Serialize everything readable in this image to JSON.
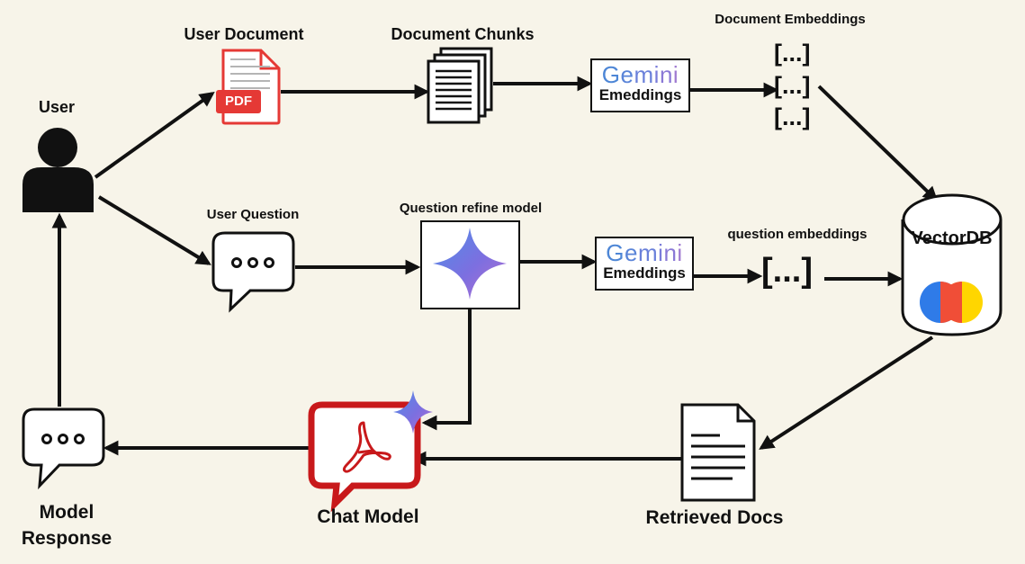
{
  "nodes": {
    "user": "User",
    "user_document": "User Document",
    "pdf_badge": "PDF",
    "document_chunks": "Document Chunks",
    "document_embeddings": "Document Embeddings",
    "user_question": "User Question",
    "question_refine_model": "Question refine model",
    "question_embeddings": "question embeddings",
    "vectordb": "VectorDB",
    "retrieved_docs": "Retrieved Docs",
    "chat_model": "Chat Model",
    "model_response_line1": "Model",
    "model_response_line2": "Response"
  },
  "embedding_box": {
    "brand": "Gemini",
    "caption": "Emeddings"
  },
  "vectors": {
    "doc_vector_1": "[...]",
    "doc_vector_2": "[...]",
    "doc_vector_3": "[...]",
    "question_vector": "[...]"
  },
  "colors": {
    "background": "#f7f4e9",
    "pdf_red": "#e53935",
    "acrobat_red": "#c8191b",
    "gemini_blue": "#4d86d6",
    "gemini_purple": "#a07bd1",
    "vectordb_blue": "#2f7be8",
    "vectordb_red": "#f04e37",
    "vectordb_yellow": "#ffd600"
  }
}
